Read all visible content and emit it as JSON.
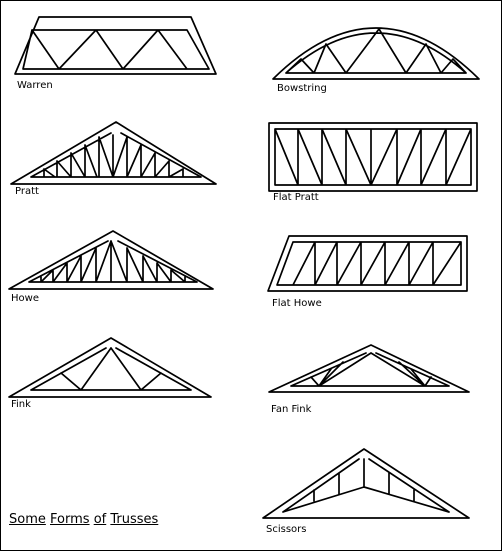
{
  "trusses": [
    {
      "key": "warren",
      "label": "Warren"
    },
    {
      "key": "bowstring",
      "label": "Bowstring"
    },
    {
      "key": "pratt",
      "label": "Pratt"
    },
    {
      "key": "flat_pratt",
      "label": "Flat Pratt"
    },
    {
      "key": "howe",
      "label": "Howe"
    },
    {
      "key": "flat_howe",
      "label": "Flat Howe"
    },
    {
      "key": "fink",
      "label": "Fink"
    },
    {
      "key": "fan_fink",
      "label": "Fan Fink"
    },
    {
      "key": "scissors",
      "label": "Scissors"
    }
  ],
  "caption": {
    "w1": "Some",
    "w2": "Forms",
    "w3": "of",
    "w4": "Trusses"
  }
}
